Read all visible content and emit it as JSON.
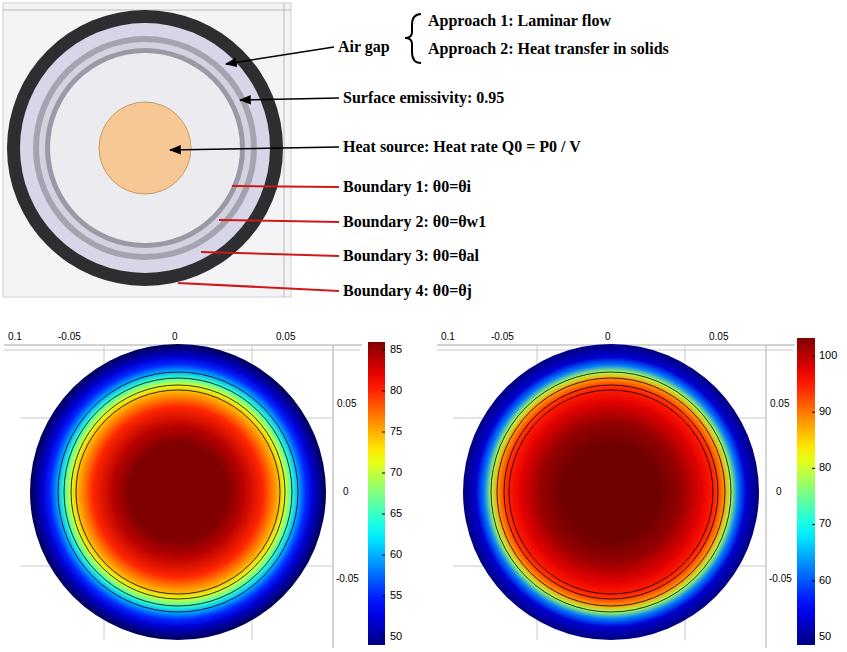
{
  "diagram": {
    "labels": [
      "Air gap",
      "Approach 1: Laminar flow",
      "Approach 2: Heat transfer in solids",
      "Surface emissivity: 0.95",
      "Heat source: Heat rate Q0 = P0 / V",
      "Boundary 1: θ0=θi",
      "Boundary 2: θ0=θw1",
      "Boundary 3: θ0=θal",
      "Boundary 4: θ0=θj",
      "0.1",
      "-0.05",
      "0",
      "0.05",
      "0.05",
      "0",
      "-0.05",
      "85",
      "80",
      "75",
      "70",
      "65",
      "60",
      "55",
      "50",
      "0.1",
      "-0.05",
      "0",
      "0.05",
      "0.05",
      "0",
      "-0.05",
      "100",
      "90",
      "80",
      "70",
      "60",
      "50"
    ]
  }
}
